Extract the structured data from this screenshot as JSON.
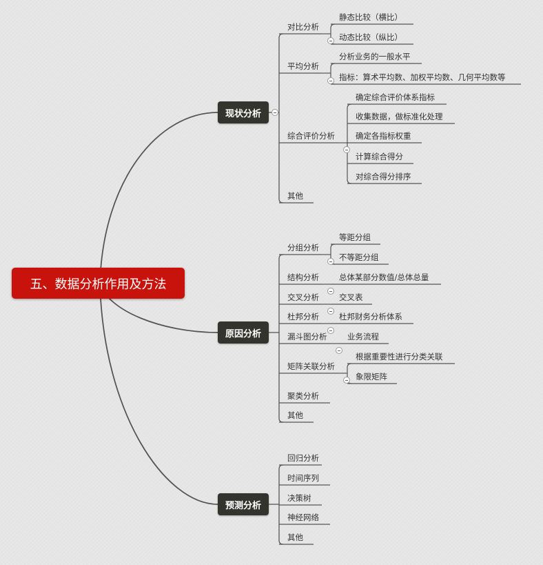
{
  "root": {
    "label": "五、数据分析作用及方法"
  },
  "branches": [
    {
      "label": "现状分析",
      "children": [
        {
          "label": "对比分析",
          "children": [
            {
              "label": "静态比较（横比）"
            },
            {
              "label": "动态比较（纵比）"
            }
          ]
        },
        {
          "label": "平均分析",
          "children": [
            {
              "label": "分析业务的一般水平"
            },
            {
              "label": "指标：算术平均数、加权平均数、几何平均数等"
            }
          ]
        },
        {
          "label": "综合评价分析",
          "children": [
            {
              "label": "确定综合评价体系指标"
            },
            {
              "label": "收集数据，做标准化处理"
            },
            {
              "label": "确定各指标权重"
            },
            {
              "label": "计算综合得分"
            },
            {
              "label": "对综合得分排序"
            }
          ]
        },
        {
          "label": "其他"
        }
      ]
    },
    {
      "label": "原因分析",
      "children": [
        {
          "label": "分组分析",
          "children": [
            {
              "label": "等距分组"
            },
            {
              "label": "不等距分组"
            }
          ]
        },
        {
          "label": "结构分析",
          "children": [
            {
              "label": "总体某部分数值/总体总量"
            }
          ]
        },
        {
          "label": "交叉分析",
          "children": [
            {
              "label": "交叉表"
            }
          ]
        },
        {
          "label": "杜邦分析",
          "children": [
            {
              "label": "杜邦财务分析体系"
            }
          ]
        },
        {
          "label": "漏斗图分析",
          "children": [
            {
              "label": "业务流程"
            }
          ]
        },
        {
          "label": "矩阵关联分析",
          "children": [
            {
              "label": "根据重要性进行分类关联"
            },
            {
              "label": "象限矩阵"
            }
          ]
        },
        {
          "label": "聚类分析"
        },
        {
          "label": "其他"
        }
      ]
    },
    {
      "label": "预测分析",
      "children": [
        {
          "label": "回归分析"
        },
        {
          "label": "时间序列"
        },
        {
          "label": "决策树"
        },
        {
          "label": "神经网络"
        },
        {
          "label": "其他"
        }
      ]
    }
  ]
}
